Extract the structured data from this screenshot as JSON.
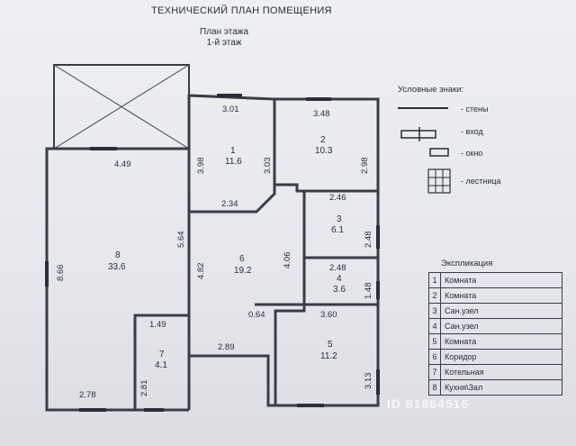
{
  "doc": {
    "title": "ТЕХНИЧЕСКИЙ ПЛАН ПОМЕЩЕНИЯ",
    "subtitle_line1": "План этажа",
    "subtitle_line2": "1-й этаж"
  },
  "plan": {
    "rooms": {
      "r1_num": "1",
      "r1_area": "11.6",
      "r2_num": "2",
      "r2_area": "10.3",
      "r3_num": "3",
      "r3_area": "6.1",
      "r4_num": "4",
      "r4_area": "3.6",
      "r5_num": "5",
      "r5_area": "11.2",
      "r6_num": "6",
      "r6_area": "19.2",
      "r7_num": "7",
      "r7_area": "4.1",
      "r8_num": "8",
      "r8_area": "33.6"
    },
    "dims": {
      "d1": "3.01",
      "d2": "3.48",
      "d3": "4.49",
      "d4": "3.98",
      "d5": "3.03",
      "d6": "2.98",
      "d7": "2.34",
      "d8": "2.46",
      "d9": "2.48",
      "d10": "5.64",
      "d11": "8.66",
      "d12": "4.82",
      "d13": "4.06",
      "d14": "2.48",
      "d15": "1.48",
      "d16": "0.64",
      "d17": "3.60",
      "d18": "1.49",
      "d19": "2.89",
      "d20": "2.81",
      "d21": "3.13",
      "d22": "2.78"
    }
  },
  "legend": {
    "title": "Условные знаки:",
    "items": [
      "- стены",
      "- вход",
      "- окно",
      "- лестница"
    ]
  },
  "explication": {
    "title": "Экспликация",
    "rows": [
      {
        "n": "1",
        "name": "Комната"
      },
      {
        "n": "2",
        "name": "Комната"
      },
      {
        "n": "3",
        "name": "Сан.узел"
      },
      {
        "n": "4",
        "name": "Сан.узел"
      },
      {
        "n": "5",
        "name": "Комната"
      },
      {
        "n": "6",
        "name": "Коридор"
      },
      {
        "n": "7",
        "name": "Котельная"
      },
      {
        "n": "8",
        "name": "Кухня\\Зал"
      }
    ]
  },
  "watermark": "ID 81864516"
}
